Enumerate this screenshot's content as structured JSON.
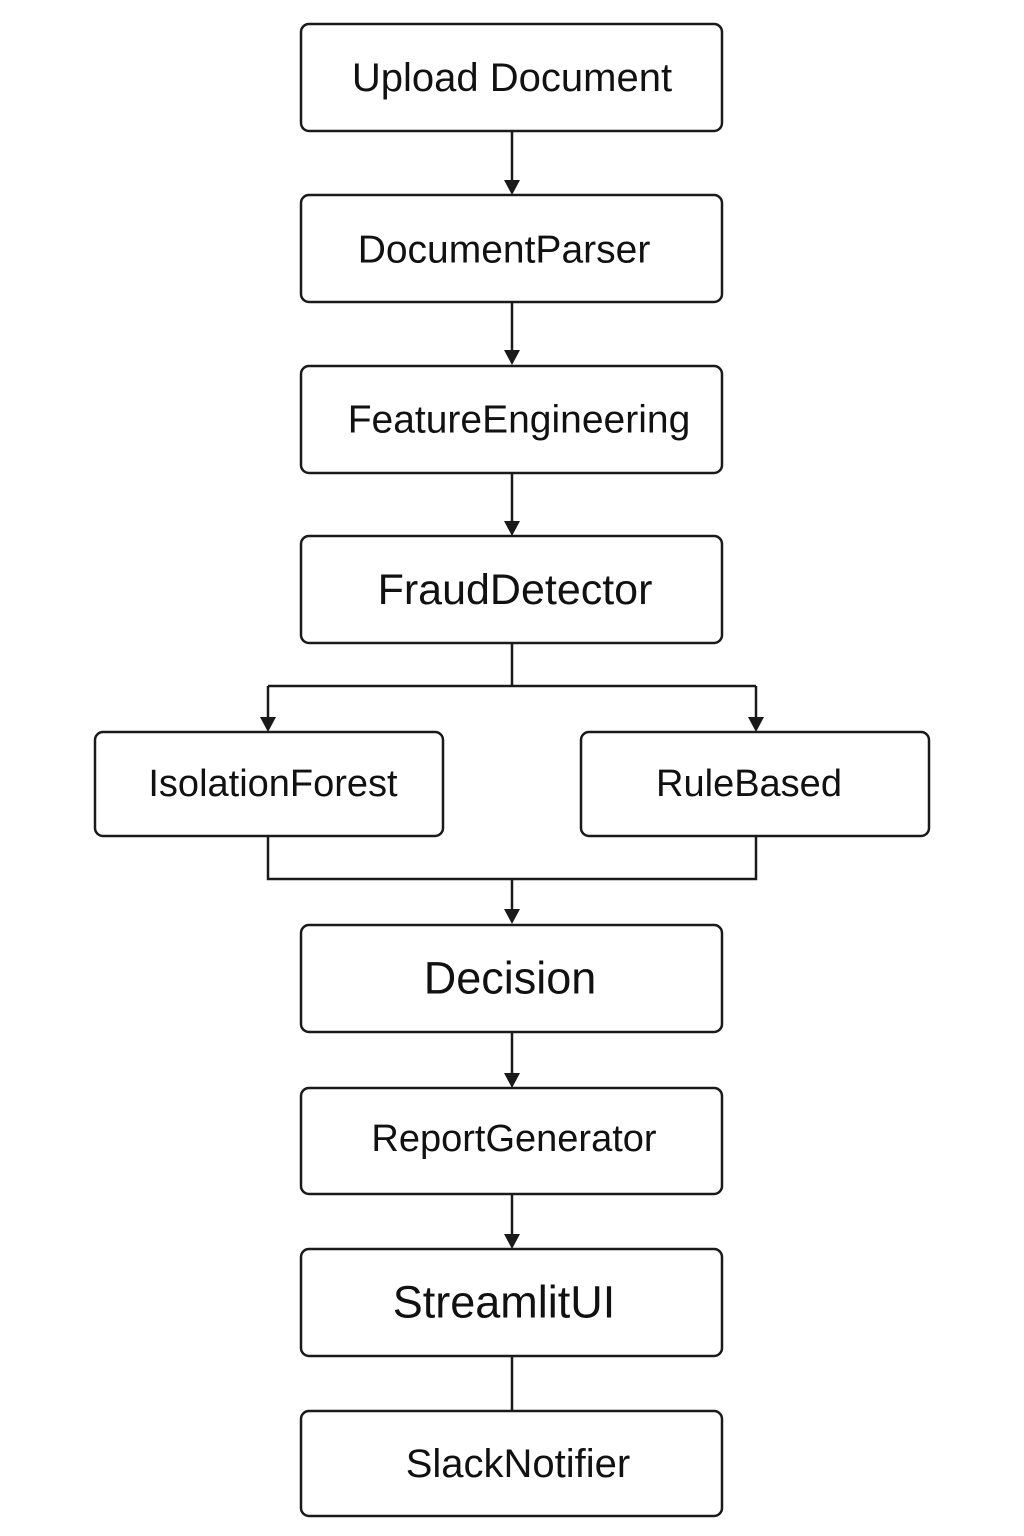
{
  "nodes": {
    "upload_document": "Upload Document",
    "document_parser": "DocumentParser",
    "feature_engineering": "FeatureEngineering",
    "fraud_detector": "FraudDetector",
    "isolation_forest": "IsolationForest",
    "rule_based": "RuleBased",
    "decision": "Decision",
    "report_generator": "ReportGenerator",
    "streamlit_ui": "StreamlitUI",
    "slack_notifier": "SlackNotifier"
  },
  "edges": [
    {
      "from": "upload_document",
      "to": "document_parser",
      "arrow": true
    },
    {
      "from": "document_parser",
      "to": "feature_engineering",
      "arrow": true
    },
    {
      "from": "feature_engineering",
      "to": "fraud_detector",
      "arrow": true
    },
    {
      "from": "fraud_detector",
      "to": "isolation_forest",
      "arrow": true
    },
    {
      "from": "fraud_detector",
      "to": "rule_based",
      "arrow": true
    },
    {
      "from": "isolation_forest",
      "to": "decision",
      "arrow": true
    },
    {
      "from": "rule_based",
      "to": "decision",
      "arrow": true
    },
    {
      "from": "decision",
      "to": "report_generator",
      "arrow": true
    },
    {
      "from": "report_generator",
      "to": "streamlit_ui",
      "arrow": true
    },
    {
      "from": "streamlit_ui",
      "to": "slack_notifier",
      "arrow": false
    }
  ],
  "colors": {
    "stroke": "#1a1a1a",
    "background": "#ffffff",
    "text": "#111111"
  }
}
